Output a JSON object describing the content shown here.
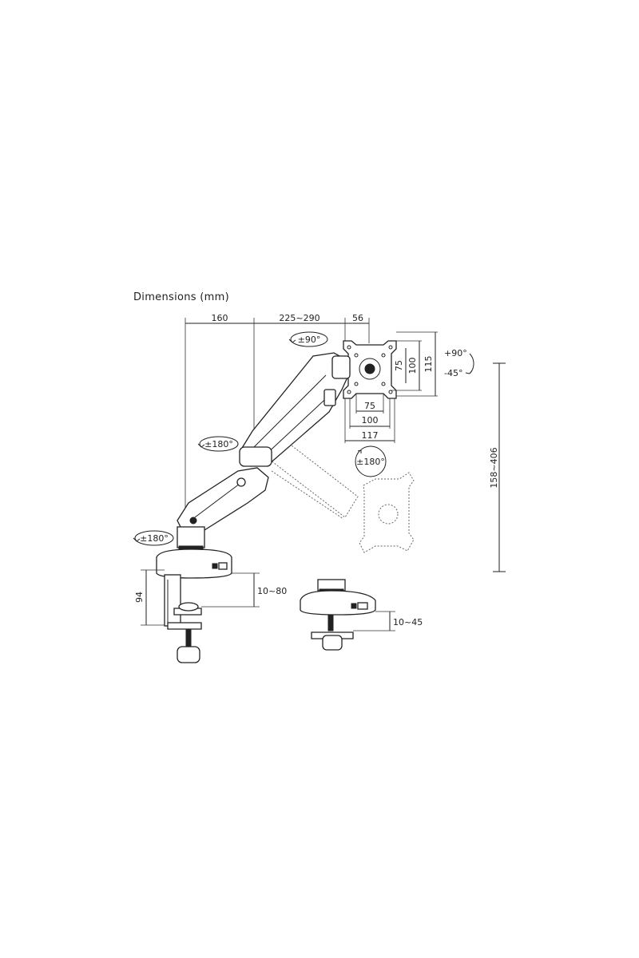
{
  "title": "Dimensions (mm)",
  "dims": {
    "reach_inner": "160",
    "reach_arm": "225~290",
    "plate_offset": "56",
    "vesa_75": "75",
    "vesa_100": "100",
    "plate_115": "115",
    "plate_117": "117",
    "height_range": "158~406",
    "clamp_height": "94",
    "clamp_range": "10~80",
    "grommet_range": "10~45"
  },
  "rotations": {
    "head_swivel": "±90°",
    "tilt_up": "+90°",
    "tilt_down": "-45°",
    "plate_rotate": "±180°",
    "elbow_rotate": "±180°",
    "base_rotate": "±180°"
  }
}
